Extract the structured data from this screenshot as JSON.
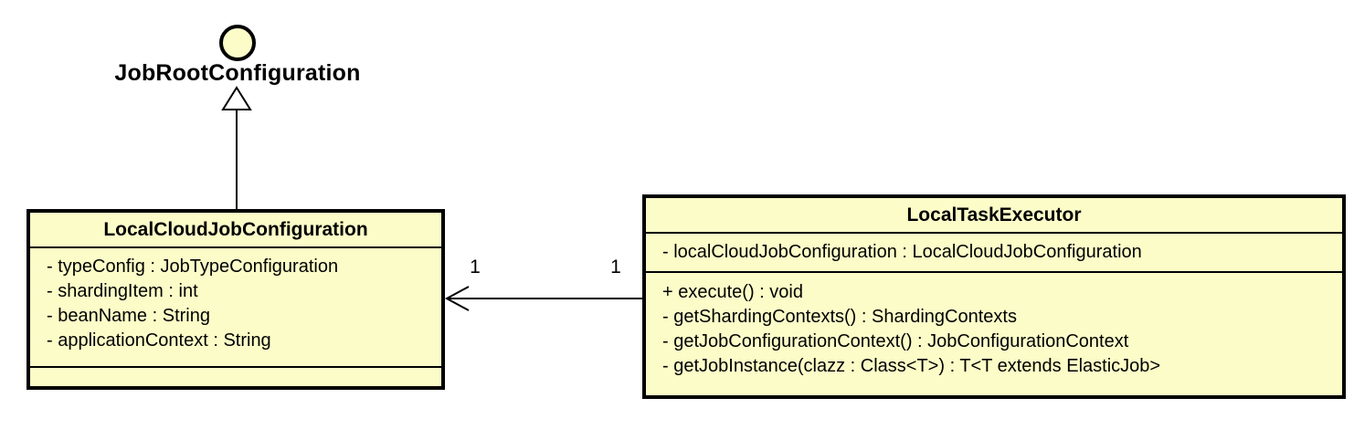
{
  "diagram": {
    "interface": {
      "name": "JobRootConfiguration"
    },
    "classes": [
      {
        "name": "LocalCloudJobConfiguration",
        "attributes": [
          "- typeConfig : JobTypeConfiguration",
          "- shardingItem : int",
          "- beanName : String",
          "- applicationContext : String"
        ],
        "methods": []
      },
      {
        "name": "LocalTaskExecutor",
        "attributes": [
          "- localCloudJobConfiguration : LocalCloudJobConfiguration"
        ],
        "methods": [
          "+ execute() : void",
          "- getShardingContexts() : ShardingContexts",
          "- getJobConfigurationContext() : JobConfigurationContext",
          "- getJobInstance(clazz : Class<T>) : T<T extends ElasticJob>"
        ]
      }
    ],
    "realization": {
      "from": "LocalCloudJobConfiguration",
      "to": "JobRootConfiguration"
    },
    "association": {
      "from": "LocalTaskExecutor",
      "to": "LocalCloudJobConfiguration",
      "from_multiplicity": "1",
      "to_multiplicity": "1"
    },
    "colors": {
      "node_fill": "#FCFCC8",
      "node_border": "#000000",
      "background": "#FFFFFF"
    }
  }
}
